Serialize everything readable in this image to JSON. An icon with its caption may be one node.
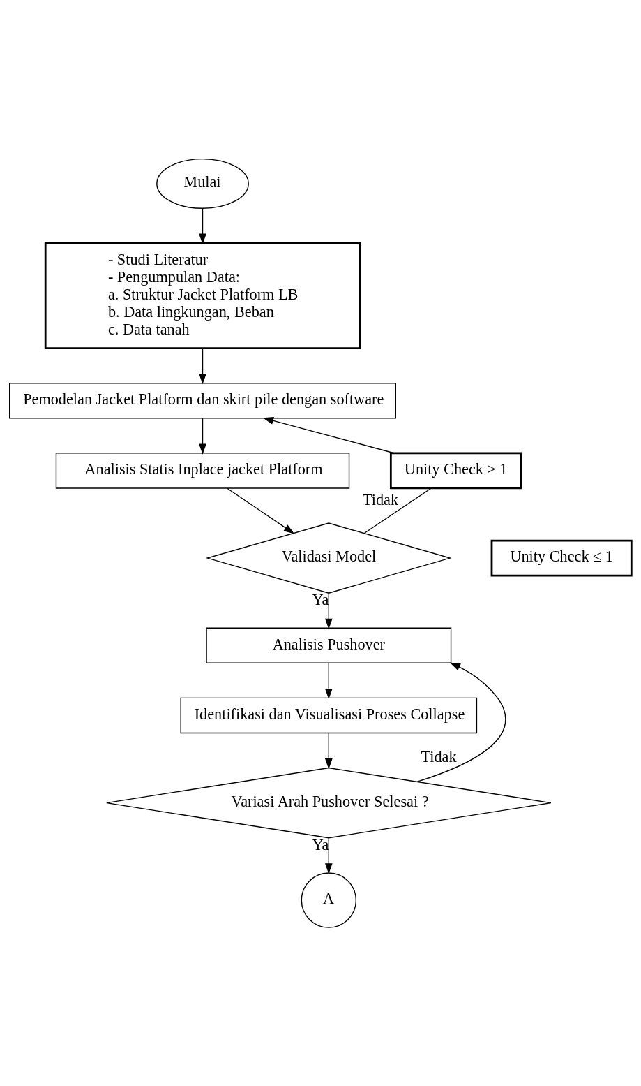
{
  "diagram": {
    "nodes": [
      {
        "text": [
          "Mulai"
        ]
      },
      {
        "text": [
          "- Studi Literatur",
          "- Pengumpulan Data:",
          "a. Struktur Jacket Platform LB",
          "b. Data lingkungan, Beban",
          "c. Data tanah"
        ]
      },
      {
        "text": [
          "Pemodelan Jacket Platform dan skirt pile dengan software"
        ]
      },
      {
        "text": [
          "Analisis Statis Inplace jacket Platform"
        ]
      },
      {
        "text": [
          "Validasi Model"
        ]
      },
      {
        "text": [
          "Unity Check ≥ 1"
        ]
      },
      {
        "text": [
          "Unity Check ≤ 1"
        ]
      },
      {
        "text": [
          "Analisis Pushover"
        ]
      },
      {
        "text": [
          "Identifikasi dan Visualisasi Proses Collapse"
        ]
      },
      {
        "text": [
          "Variasi Arah Pushover Selesai ?"
        ]
      },
      {
        "text": [
          "A"
        ]
      }
    ],
    "edges": [
      {
        "from": 0,
        "to": 1,
        "arrow": "to"
      },
      {
        "from": 1,
        "to": 2,
        "arrow": "to"
      },
      {
        "from": 2,
        "to": 3,
        "arrow": "to"
      },
      {
        "from": 3,
        "to": 4,
        "arrow": "to"
      },
      {
        "from": 4,
        "to": 5,
        "arrow": "none",
        "label": "Tidak"
      },
      {
        "from": 5,
        "to": 2,
        "arrow": "to"
      },
      {
        "from": 4,
        "to": 7,
        "arrow": "to",
        "label": "Ya"
      },
      {
        "from": 7,
        "to": 8,
        "arrow": "to"
      },
      {
        "from": 8,
        "to": 9,
        "arrow": "to"
      },
      {
        "from": 9,
        "to": 7,
        "arrow": "to",
        "label": "Tidak"
      },
      {
        "from": 9,
        "to": 10,
        "arrow": "to",
        "label": "Ya"
      }
    ]
  }
}
